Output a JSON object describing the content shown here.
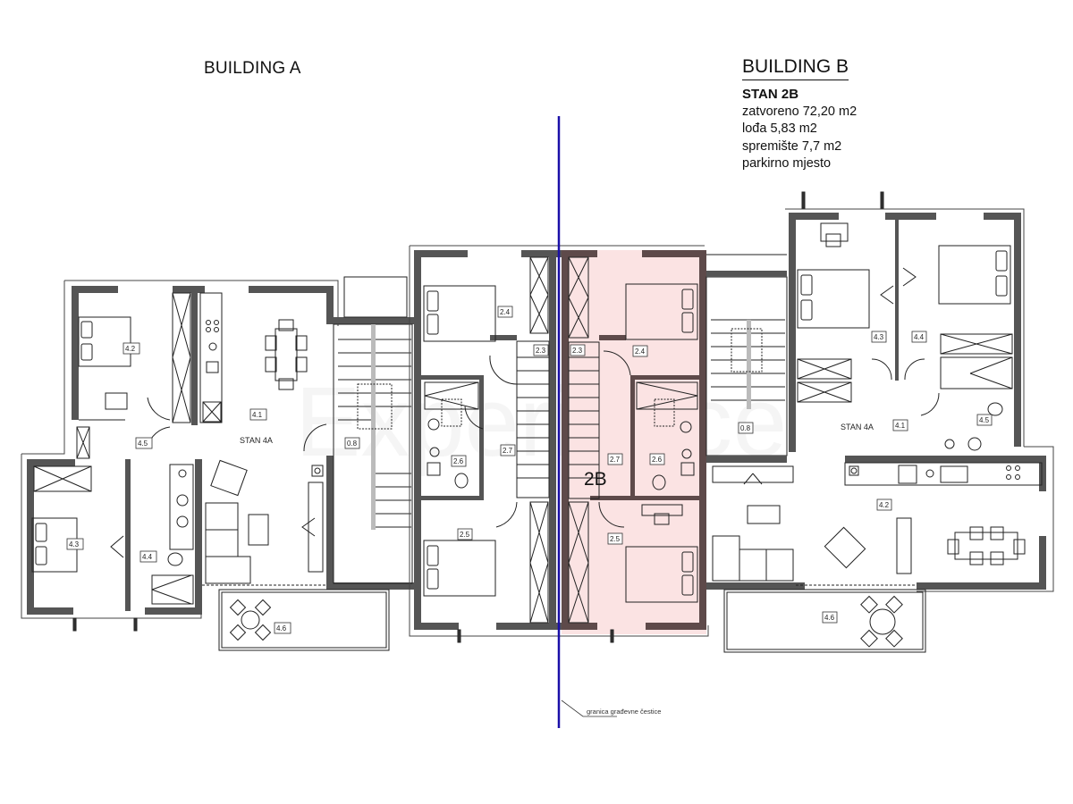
{
  "building_a": {
    "title": "BUILDING A"
  },
  "building_b": {
    "title": "BUILDING B",
    "unit": "STAN 2B",
    "details": [
      "zatvoreno 72,20 m2",
      "lođa 5,83 m2",
      "spremište 7,7 m2",
      "parkirno mjesto"
    ]
  },
  "highlight": {
    "label": "2B",
    "color": "#fbe3e3",
    "wall_color": "#5e4a4a"
  },
  "boundary": {
    "color": "#1a0fa8",
    "note": "granica građevne čestice"
  },
  "watermark": "Experience",
  "rooms_left_unit": {
    "unit_label": "STAN 4A",
    "tags": [
      "4.2",
      "4.1",
      "4.5",
      "4.3",
      "4.4",
      "4.6"
    ]
  },
  "stair_core_left": {
    "tag": "0.8"
  },
  "unit_2a": {
    "tags": [
      "2.4",
      "2.3",
      "2.7",
      "2.6",
      "2.5"
    ]
  },
  "unit_2b": {
    "tags": [
      "2.3",
      "2.4",
      "2.7",
      "2.6",
      "2.5"
    ]
  },
  "stair_core_right": {
    "tag": "0.8"
  },
  "rooms_right_unit": {
    "unit_label": "STAN 4A",
    "tags": [
      "4.3",
      "4.4",
      "4.1",
      "4.5",
      "4.2",
      "4.6"
    ]
  }
}
